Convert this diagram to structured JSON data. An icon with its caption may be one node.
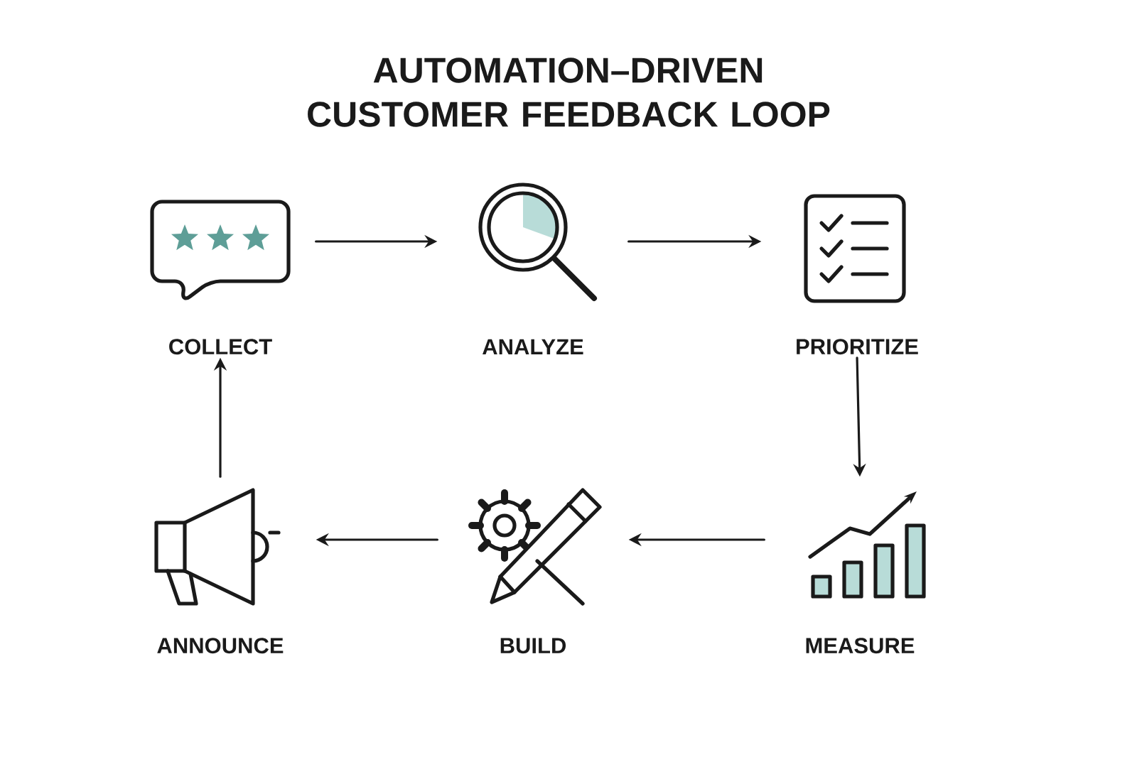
{
  "diagram": {
    "title": "AUTOMATION–DRIVEN CUSTOMER FEEDBACK LOOP",
    "nodes": [
      {
        "text": [
          "COLLECT"
        ]
      },
      {
        "text": [
          "ANALYZE"
        ]
      },
      {
        "text": [
          "PRIORITIZE"
        ]
      },
      {
        "text": [
          "ANNOUNCE"
        ]
      },
      {
        "text": [
          "BUILD"
        ]
      },
      {
        "text": [
          "MEASURE"
        ]
      }
    ],
    "edges": [
      {
        "from": 0,
        "to": 1,
        "arrow": "to"
      },
      {
        "from": 1,
        "to": 2,
        "arrow": "to"
      },
      {
        "from": 2,
        "to": 5,
        "arrow": "to"
      },
      {
        "from": 5,
        "to": 4,
        "arrow": "to"
      },
      {
        "from": 4,
        "to": 3,
        "arrow": "to"
      },
      {
        "from": 3,
        "to": 0,
        "arrow": "to"
      }
    ]
  }
}
